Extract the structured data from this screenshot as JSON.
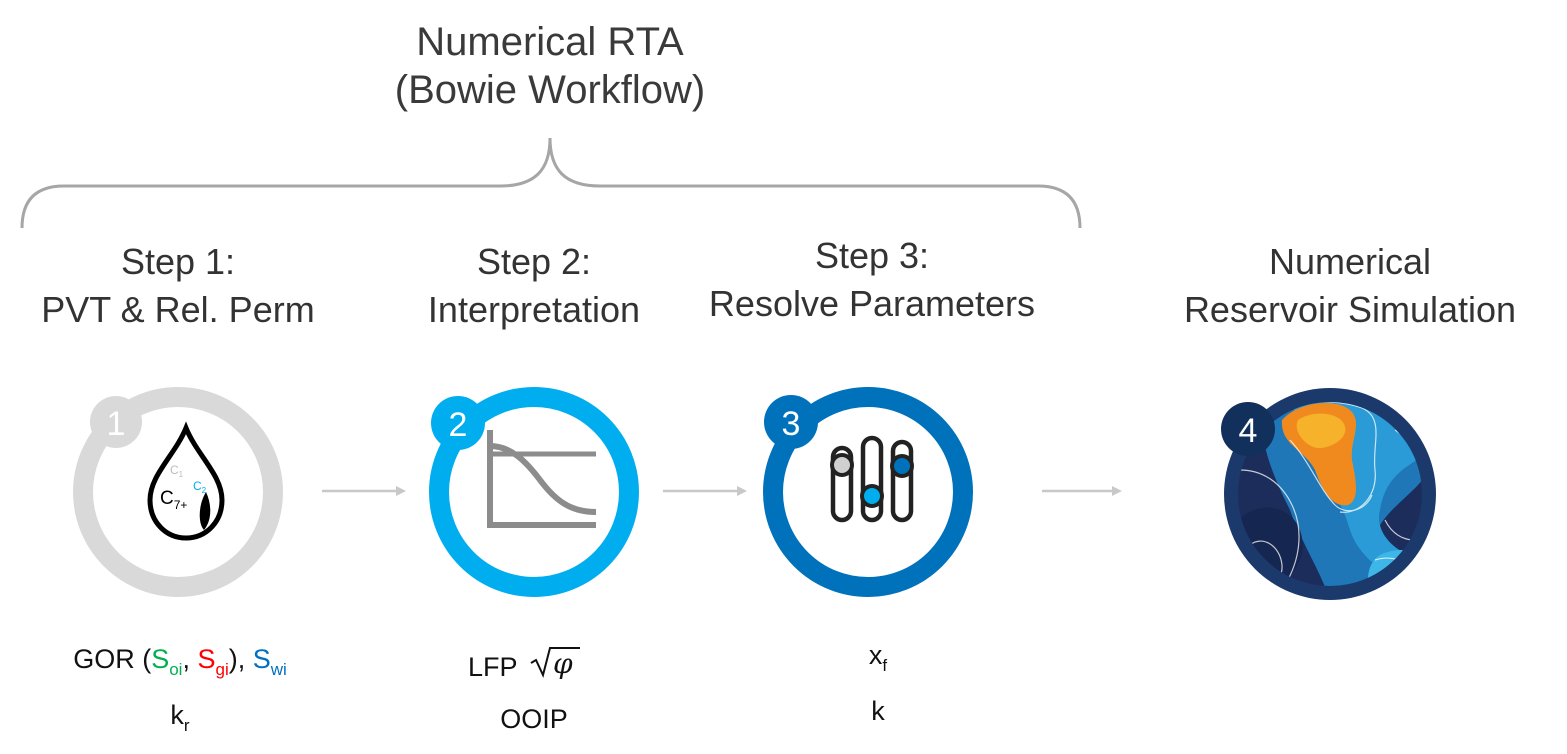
{
  "header": {
    "title_line1": "Numerical RTA",
    "title_line2": "(Bowie Workflow)"
  },
  "steps": [
    {
      "number": "1",
      "title_line1": "Step 1:",
      "title_line2": "PVT & Rel. Perm",
      "ring_color": "#d9d9d9",
      "badge_color": "#d9d9d9",
      "icon": "oil-drop-icon",
      "icon_labels": {
        "c1": "C",
        "c1_sub": "1",
        "c2": "C",
        "c2_sub": "2",
        "c7": "C",
        "c7_sub": "7+"
      },
      "outputs": {
        "gor": "GOR (",
        "s": "S",
        "oi": "oi",
        "comma1": ", ",
        "gi": "gi",
        "close": "), ",
        "wi": "wi",
        "k": "k",
        "r": "r"
      }
    },
    {
      "number": "2",
      "title_line1": "Step 2:",
      "title_line2": "Interpretation",
      "ring_color": "#00aeef",
      "badge_color": "#00aeef",
      "icon": "decline-curve-icon",
      "outputs": {
        "lfp": "LFP",
        "ooip": "OOIP"
      }
    },
    {
      "number": "3",
      "title_line1": "Step 3:",
      "title_line2": "Resolve Parameters",
      "ring_color": "#0072bc",
      "badge_color": "#0072bc",
      "icon": "sliders-icon",
      "outputs": {
        "x": "x",
        "f": "f",
        "k": "k"
      }
    },
    {
      "number": "4",
      "title_line1": "Numerical",
      "title_line2": "Reservoir Simulation",
      "ring_color": "#1b3a6b",
      "badge_color": "#12305c",
      "icon": "reservoir-map-icon"
    }
  ],
  "colors": {
    "brace": "#a6a6a6",
    "arrow": "#c8c8c8",
    "s_oi": "#00b050",
    "s_gi": "#ff0000",
    "s_wi": "#0070c0"
  }
}
